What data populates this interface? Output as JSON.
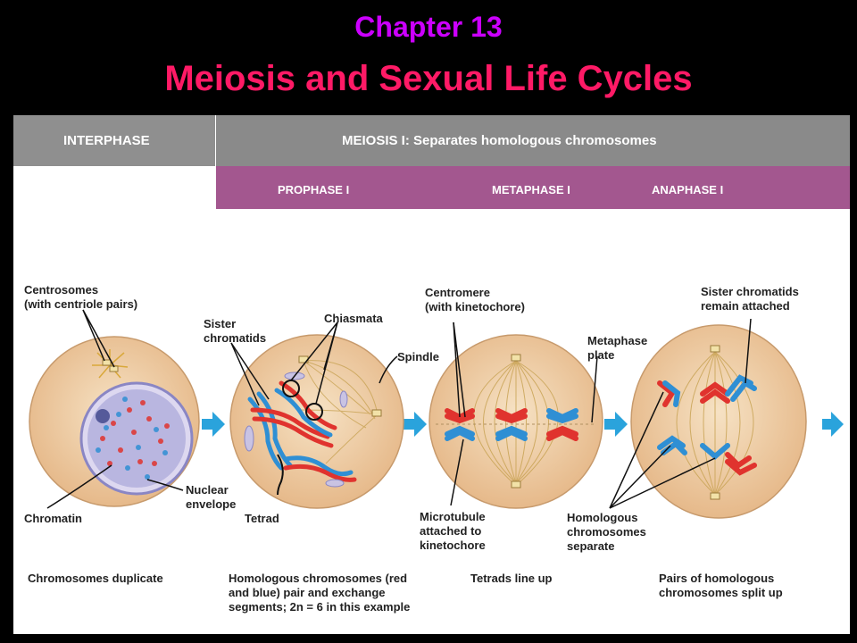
{
  "slide": {
    "title_line1": "Chapter 13",
    "title_line2": "Meiosis and Sexual Life Cycles",
    "colors": {
      "title1": "#cc00ff",
      "title2": "#ff1a66"
    }
  },
  "header": {
    "interphase": "INTERPHASE",
    "meiosis1": "MEIOSIS I: Separates homologous chromosomes",
    "phases": [
      "PROPHASE I",
      "METAPHASE I",
      "ANAPHASE I"
    ],
    "colors": {
      "gray": "#8a8a8a",
      "purple": "#a3578f"
    }
  },
  "labels": {
    "centrosomes": [
      "Centrosomes",
      "(with centriole pairs)"
    ],
    "chromatin": "Chromatin",
    "nuclear_envelope": [
      "Nuclear",
      "envelope"
    ],
    "sister_chromatids": [
      "Sister",
      "chromatids"
    ],
    "chiasmata": "Chiasmata",
    "spindle": "Spindle",
    "tetrad": "Tetrad",
    "centromere": [
      "Centromere",
      "(with kinetochore)"
    ],
    "metaphase_plate": [
      "Metaphase",
      "plate"
    ],
    "microtubule": [
      "Microtubule",
      "attached to",
      "kinetochore"
    ],
    "sister_attached": [
      "Sister chromatids",
      "remain attached"
    ],
    "homologous_separate": [
      "Homologous",
      "chromosomes",
      "separate"
    ]
  },
  "captions": [
    "Chromosomes duplicate",
    "Homologous chromosomes (red and blue) pair and exchange segments; 2n = 6 in this example",
    "Tetrads line up",
    "Pairs of homologous chromosomes split up"
  ],
  "cell_colors": {
    "cytoplasm": "#f1d3ad",
    "nucleus": "#b9b6e0",
    "red": "#e0332e",
    "blue": "#2f8fd4",
    "arrow": "#2aa3dc"
  }
}
